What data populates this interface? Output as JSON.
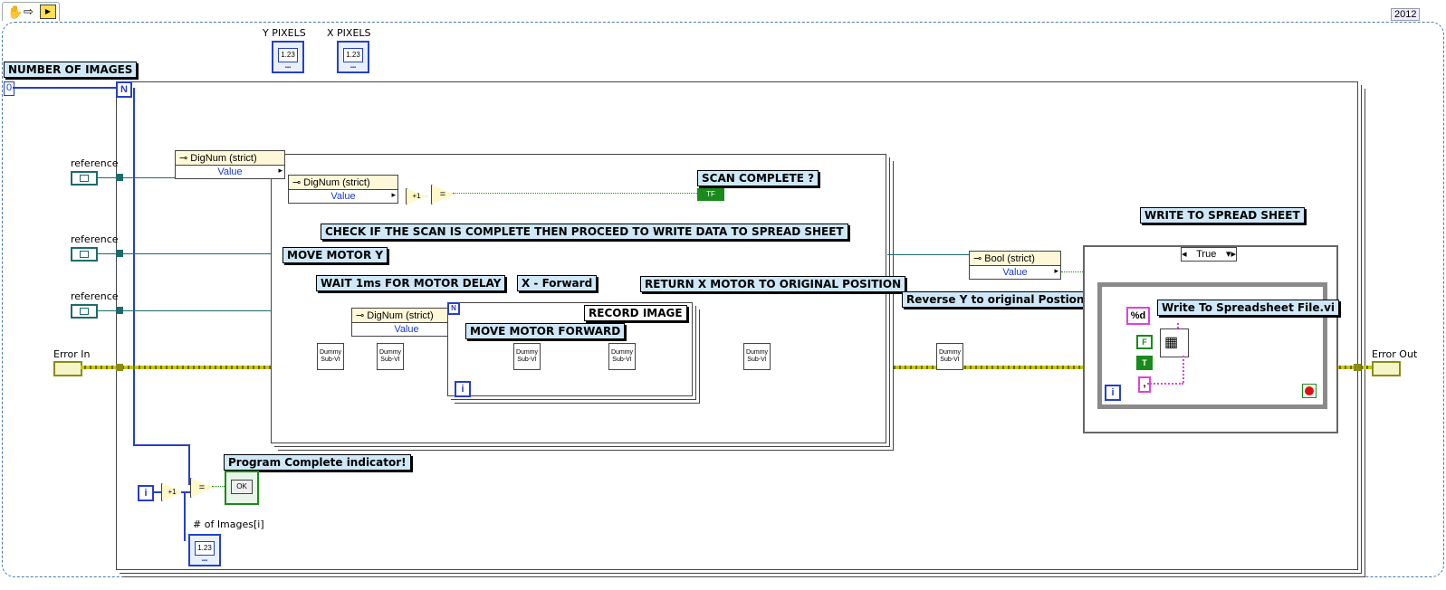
{
  "toolbar": {
    "version": "2012"
  },
  "labels": {
    "y_pixels": "Y PIXELS",
    "x_pixels": "X PIXELS",
    "reference_1": "reference",
    "reference_2": "reference",
    "reference_3": "reference",
    "error_in": "Error In",
    "error_out": "Error Out",
    "images_count": "# of Images[i]"
  },
  "constants": {
    "number_of_images_value": "0",
    "n_terminal": "N",
    "i_terminal": "i",
    "increment": "+1",
    "equals": "=",
    "case_selector": "True",
    "format_string": "%d",
    "false_const": "F",
    "true_const": "T",
    "comma_const": ",",
    "numeric_display": "1.23",
    "bool_ok": "OK",
    "tf": "TF"
  },
  "comments": {
    "number_of_images": "NUMBER OF IMAGES",
    "scan_complete": "SCAN COMPLETE ?",
    "check_scan": "CHECK IF THE SCAN IS COMPLETE THEN PROCEED TO WRITE DATA TO SPREAD SHEET",
    "move_motor_y": "MOVE MOTOR Y",
    "wait_1ms": "WAIT 1ms FOR MOTOR DELAY",
    "x_forward": "X - Forward",
    "return_x": "RETURN X MOTOR TO ORIGINAL POSITION",
    "record_image": "RECORD IMAGE",
    "move_motor_forward": "MOVE MOTOR FORWARD",
    "reverse_y": "Reverse Y to original Postion",
    "write_spread_sheet": "WRITE TO SPREAD SHEET",
    "write_spreadsheet_vi": "Write To Spreadsheet File.vi",
    "program_complete": "Program Complete indicator!"
  },
  "property_nodes": {
    "p1_class": "DigNum (strict)",
    "p1_prop": "Value",
    "p2_class": "DigNum (strict)",
    "p2_prop": "Value",
    "p3_class": "DigNum (strict)",
    "p3_prop": "Value",
    "p4_class": "Bool (strict)",
    "p4_prop": "Value"
  },
  "subvis": {
    "label_line1": "Dummy",
    "label_line2": "Sub-VI"
  },
  "colors": {
    "error_wire": "#c8c800",
    "numeric_wire": "#2540c8",
    "refnum_wire": "#1e6a6a",
    "string_wire": "#e040e0",
    "bool_wire": "#1a8a1a"
  }
}
